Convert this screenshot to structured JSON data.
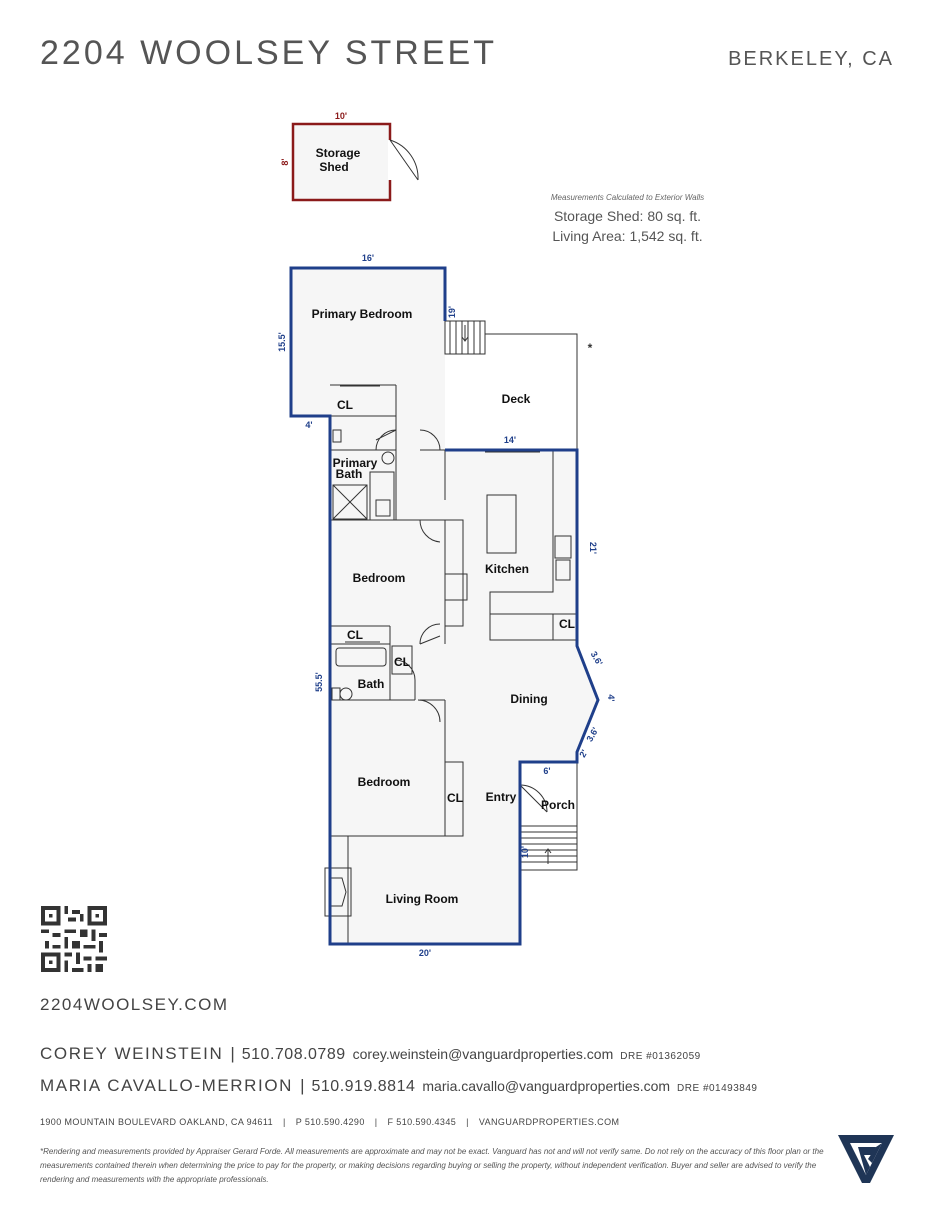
{
  "header": {
    "title": "2204 WOOLSEY STREET",
    "city": "BERKELEY, CA"
  },
  "measurements": {
    "note": "Measurements Calculated to Exterior Walls",
    "storage_shed": "Storage Shed: 80 sq. ft.",
    "living_area": "Living Area: 1,542 sq. ft."
  },
  "floorplan": {
    "shed": {
      "label_line1": "Storage",
      "label_line2": "Shed",
      "dim_top": "10'",
      "dim_side": "8'"
    },
    "rooms": {
      "primary_bedroom": "Primary Bedroom",
      "deck": "Deck",
      "closet_primary": "CL",
      "primary_bath_line1": "Primary",
      "primary_bath_line2": "Bath",
      "bedroom_1": "Bedroom",
      "kitchen": "Kitchen",
      "closet_bed1": "CL",
      "closet_kitchen": "CL",
      "closet_bath": "CL",
      "bath": "Bath",
      "dining": "Dining",
      "bedroom_2": "Bedroom",
      "closet_bed2": "CL",
      "entry": "Entry",
      "porch": "Porch",
      "living_room": "Living Room"
    },
    "dims": {
      "top_16": "16'",
      "left_15_5": "15.5'",
      "right_19": "19'",
      "left_4": "4'",
      "deck_14": "14'",
      "right_21": "21'",
      "bay_3_6_top": "3.6'",
      "bay_4": "4'",
      "bay_3_6_bottom": "3.6'",
      "bay_2": "2'",
      "left_55_5": "55.5'",
      "porch_6": "6'",
      "porch_10": "10'",
      "bottom_20": "20'",
      "asterisk": "*"
    },
    "colors": {
      "wall_blue": "#1f3f8a",
      "shed_red": "#8b1a1a",
      "room_fill": "#f6f6f6",
      "label": "#111111"
    }
  },
  "website": "2204WOOLSEY.COM",
  "agents": [
    {
      "name": "COREY WEINSTEIN",
      "phone": "510.708.0789",
      "email": "corey.weinstein@vanguardproperties.com",
      "dre": "DRE #01362059"
    },
    {
      "name": "MARIA CAVALLO-MERRION",
      "phone": "510.919.8814",
      "email": "maria.cavallo@vanguardproperties.com",
      "dre": "DRE #01493849"
    }
  ],
  "office": {
    "address": "1900 MOUNTAIN BOULEVARD OAKLAND, CA 94611",
    "phone": "P 510.590.4290",
    "fax": "F 510.590.4345",
    "web": "VANGUARDPROPERTIES.COM"
  },
  "disclaimer": "*Rendering and measurements provided by Appraiser Gerard Forde. All measurements are approximate and may not be exact. Vanguard has not and will not verify same. Do not rely on the accuracy of this floor plan or the measurements contained therein when determining the price to pay for the property, or making decisions regarding buying or selling the property, without independent verification. Buyer and seller are advised to verify the rendering and measurements with the appropriate professionals.",
  "icons": {
    "qr": "qr-code-icon",
    "logo": "vanguard-logo-icon"
  }
}
